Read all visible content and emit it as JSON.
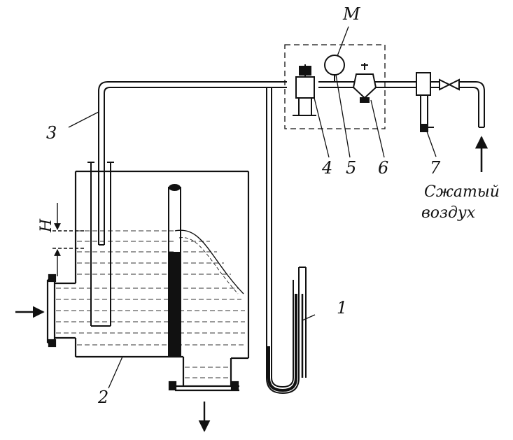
{
  "labels": {
    "m": "М",
    "h": "H",
    "n1": "1",
    "n2": "2",
    "n3": "3",
    "n4": "4",
    "n5": "5",
    "n6": "6",
    "n7": "7"
  },
  "caption": {
    "line1": "Сжатый",
    "line2": "воздух"
  },
  "colors": {
    "ink": "#111111",
    "paper": "#ffffff"
  }
}
